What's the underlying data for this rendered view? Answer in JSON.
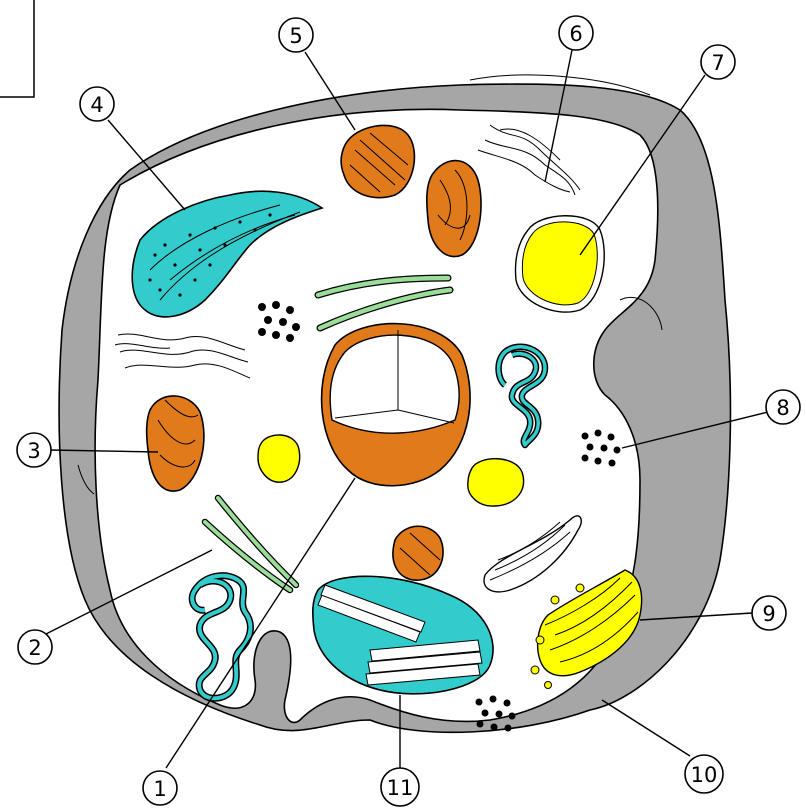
{
  "labels": [
    {
      "id": "1",
      "text": "1"
    },
    {
      "id": "2",
      "text": "2"
    },
    {
      "id": "3",
      "text": "3"
    },
    {
      "id": "4",
      "text": "4"
    },
    {
      "id": "5",
      "text": "5"
    },
    {
      "id": "6",
      "text": "6"
    },
    {
      "id": "7",
      "text": "7"
    },
    {
      "id": "8",
      "text": "8"
    },
    {
      "id": "9",
      "text": "9"
    },
    {
      "id": "10",
      "text": "10"
    },
    {
      "id": "11",
      "text": "11"
    }
  ],
  "colors": {
    "wall": "#a6a6a6",
    "cyan": "#33cccc",
    "orange": "#e07a1a",
    "yellow": "#ffff00",
    "green": "#99dd99",
    "black": "#000000"
  }
}
